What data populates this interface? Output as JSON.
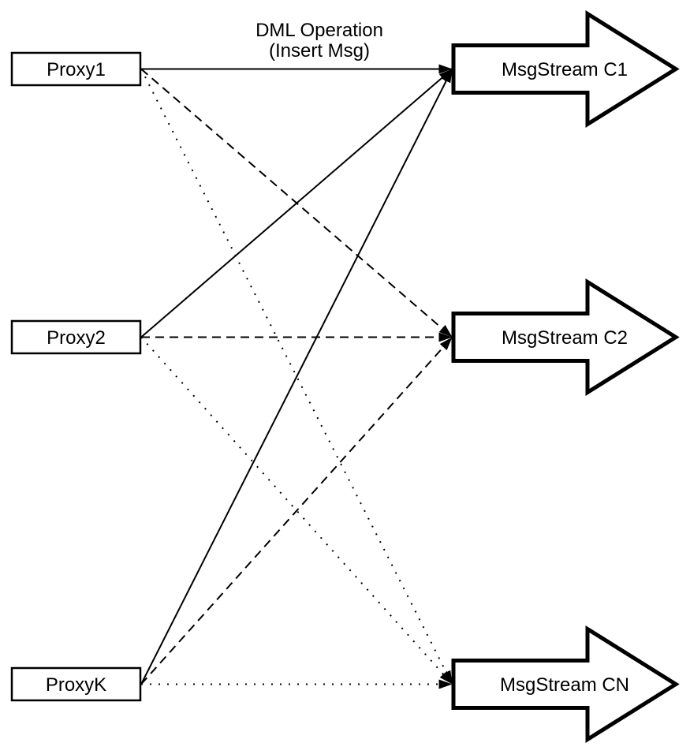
{
  "diagram": {
    "colors": {
      "stroke": "#000000",
      "fill": "#ffffff",
      "background": "#ffffff"
    },
    "annotation": {
      "line1": "DML Operation",
      "line2": "(Insert Msg)"
    },
    "proxies": [
      {
        "id": "proxy1",
        "label": "Proxy1"
      },
      {
        "id": "proxy2",
        "label": "Proxy2"
      },
      {
        "id": "proxyk",
        "label": "ProxyK"
      }
    ],
    "streams": [
      {
        "id": "c1",
        "label": "MsgStream C1",
        "incoming_line_style": "solid"
      },
      {
        "id": "c2",
        "label": "MsgStream C2",
        "incoming_line_style": "dashed"
      },
      {
        "id": "cn",
        "label": "MsgStream CN",
        "incoming_line_style": "dotted"
      }
    ],
    "edges": [
      {
        "from": "proxy1",
        "to": "c1",
        "style": "solid"
      },
      {
        "from": "proxy1",
        "to": "c2",
        "style": "dashed"
      },
      {
        "from": "proxy1",
        "to": "cn",
        "style": "dotted"
      },
      {
        "from": "proxy2",
        "to": "c1",
        "style": "solid"
      },
      {
        "from": "proxy2",
        "to": "c2",
        "style": "dashed"
      },
      {
        "from": "proxy2",
        "to": "cn",
        "style": "dotted"
      },
      {
        "from": "proxyk",
        "to": "c1",
        "style": "solid"
      },
      {
        "from": "proxyk",
        "to": "c2",
        "style": "dashed"
      },
      {
        "from": "proxyk",
        "to": "cn",
        "style": "dotted"
      }
    ]
  }
}
